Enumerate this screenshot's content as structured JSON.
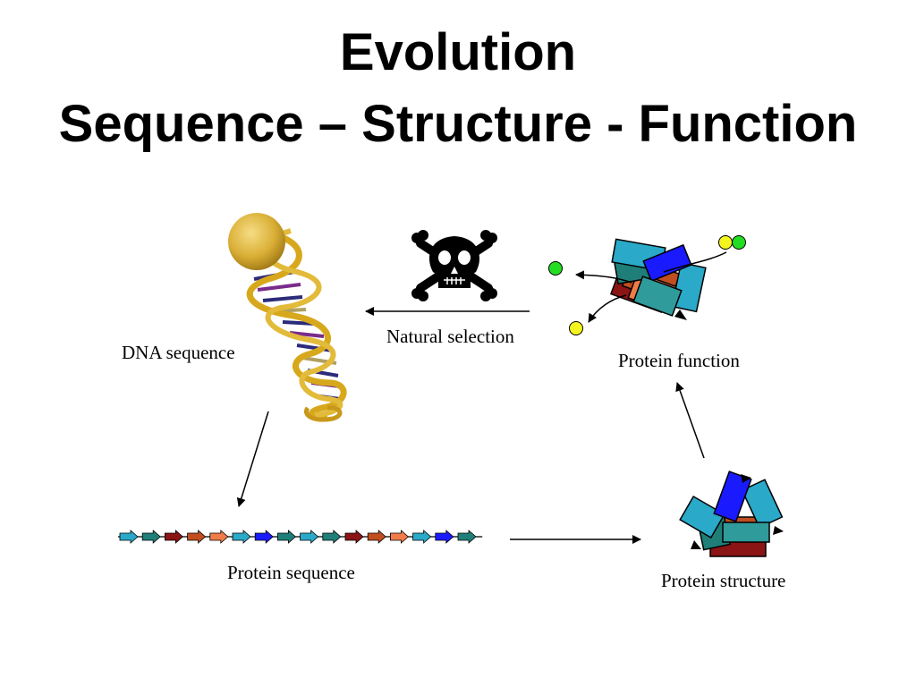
{
  "title": {
    "line1": "Evolution",
    "line2": "Sequence – Structure - Function"
  },
  "labels": {
    "dna_sequence": "DNA sequence",
    "natural_selection": "Natural selection",
    "protein_function": "Protein function",
    "protein_sequence": "Protein sequence",
    "protein_structure": "Protein structure"
  },
  "icons": {
    "selection": "skull-and-crossbones-icon",
    "dna": "dna-double-helix-icon",
    "protein": "protein-cartoon-icon"
  },
  "colors": {
    "sequence_chain": [
      "#2aa9c8",
      "#1f7f78",
      "#8b1414",
      "#c04e1e",
      "#f07c4a",
      "#2aa9c8",
      "#1a1aff",
      "#1f7f78",
      "#2aa9c8",
      "#1f7f78",
      "#8b1414",
      "#c04e1e",
      "#f07c4a",
      "#2aa9c8",
      "#1a1aff",
      "#1f7f78"
    ],
    "ligand_green": "#22dd22",
    "ligand_yellow": "#f4f41e",
    "helix_gold": "#d8a81c"
  }
}
